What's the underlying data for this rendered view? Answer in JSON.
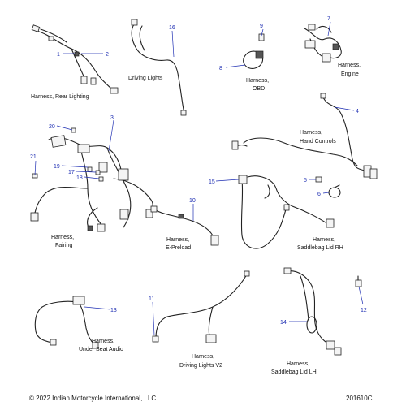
{
  "callouts": {
    "c1": "1",
    "c2": "2",
    "c3": "3",
    "c4": "4",
    "c5": "5",
    "c6": "6",
    "c7": "7",
    "c8": "8",
    "c9": "9",
    "c10": "10",
    "c11": "11",
    "c12": "12",
    "c13": "13",
    "c14": "14",
    "c15": "15",
    "c16": "16",
    "c17": "17",
    "c18": "18",
    "c19": "19",
    "c20": "20",
    "c21": "21"
  },
  "captions": {
    "rear_lighting": "Harness, Rear Lighting",
    "driving_lights": "Driving Lights",
    "obd_1": "Harness,",
    "obd_2": "OBD",
    "engine_1": "Harness,",
    "engine_2": "Engine",
    "hand_controls_1": "Harness,",
    "hand_controls_2": "Hand Controls",
    "fairing_1": "Harness,",
    "fairing_2": "Fairing",
    "e_preload_1": "Harness,",
    "e_preload_2": "E-Preload",
    "saddlebag_rh_1": "Harness,",
    "saddlebag_rh_2": "Saddlebag Lid RH",
    "under_seat_1": "Harness,",
    "under_seat_2": "Under Seat Audio",
    "driving_v2_1": "Harness,",
    "driving_v2_2": "Driving Lights V2",
    "saddlebag_lh_1": "Harness,",
    "saddlebag_lh_2": "Saddlebag Lid LH"
  },
  "footer": {
    "copyright": "© 2022 Indian Motorcycle International, LLC",
    "drawing_number": "201610C"
  },
  "colors": {
    "callout": "#1f2fb3",
    "line_art": "#222222",
    "background": "#ffffff"
  }
}
